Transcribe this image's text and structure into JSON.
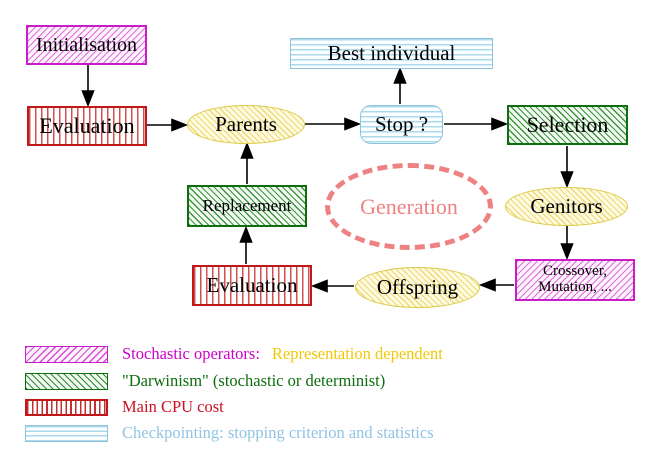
{
  "diagram": {
    "nodes": {
      "initialisation": {
        "label": "Initialisation"
      },
      "evaluation_top": {
        "label": "Evaluation"
      },
      "parents": {
        "label": "Parents"
      },
      "best_individual": {
        "label": "Best individual"
      },
      "stop": {
        "label": "Stop ?"
      },
      "selection": {
        "label": "Selection"
      },
      "genitors": {
        "label": "Genitors"
      },
      "crossover_mutation": {
        "line1": "Crossover,",
        "line2": "Mutation, ..."
      },
      "offspring": {
        "label": "Offspring"
      },
      "evaluation_bottom": {
        "label": "Evaluation"
      },
      "replacement": {
        "label": "Replacement"
      },
      "generation": {
        "label": "Generation"
      }
    },
    "legend": {
      "rows": [
        {
          "swatch": "magenta-diagonal-hatch",
          "label": "Stochastic operators:",
          "label_secondary": "Representation dependent"
        },
        {
          "swatch": "green-diagonal-hatch",
          "label": "\"Darwinism\" (stochastic or determinist)"
        },
        {
          "swatch": "red-vertical-stripes",
          "label": "Main CPU cost"
        },
        {
          "swatch": "cyan-horizontal-stripes",
          "label": "Checkpointing: stopping criterion and statistics"
        }
      ]
    },
    "colors": {
      "magenta": "#cc00cc",
      "green": "#0e6e0e",
      "red": "#c01818",
      "cyan_border": "#8fc3dc",
      "yellow_border": "#dcc845",
      "salmon_dashed": "#ee8282",
      "gold_text": "#f0c808",
      "legend_red_text": "#cc1022",
      "legend_blue_text": "#90c4e4"
    }
  }
}
